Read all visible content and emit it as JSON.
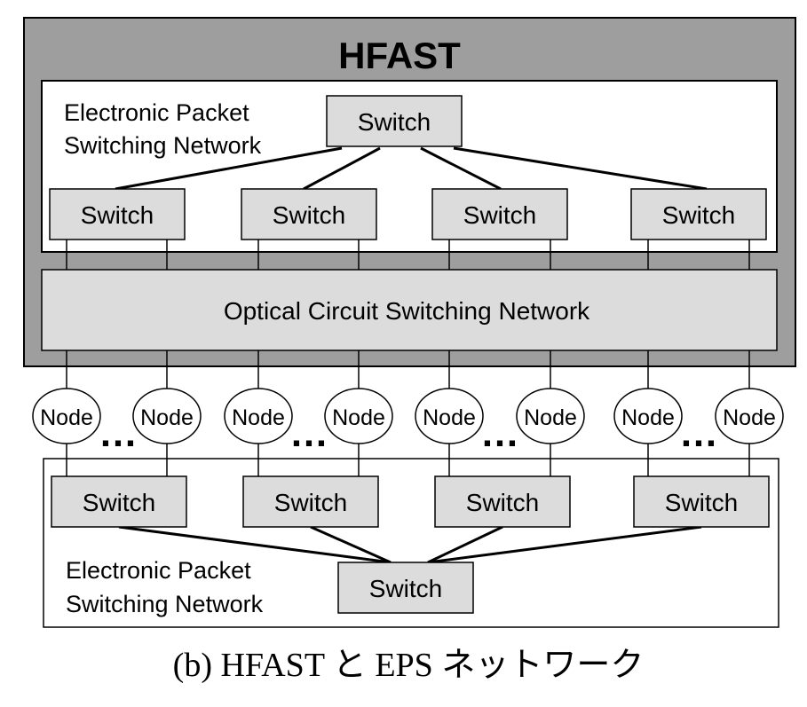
{
  "diagram": {
    "title": "HFAST",
    "top_network_label": [
      "Electronic Packet",
      "Switching Network"
    ],
    "bottom_network_label": [
      "Electronic Packet",
      "Switching Network"
    ],
    "optical_network_label": "Optical Circuit Switching Network",
    "switch_label": "Switch",
    "node_label": "Node",
    "ellipsis": "…",
    "caption": "(b) HFAST と EPS ネットワーク"
  },
  "colors": {
    "outer_frame": "#9e9e9e",
    "box_fill": "#dcdcdc",
    "stroke": "#000000",
    "background": "#ffffff"
  }
}
